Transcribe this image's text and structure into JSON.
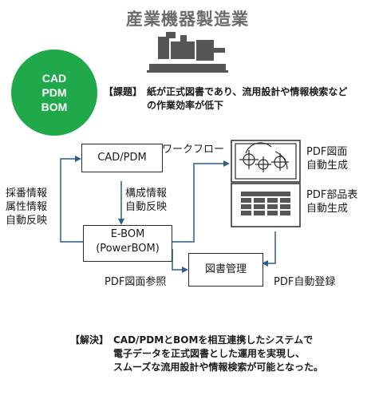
{
  "header": {
    "title": "産業機器製造業"
  },
  "badge": {
    "lines": [
      "CAD",
      "PDM",
      "BOM"
    ]
  },
  "issue": {
    "label": "【課題】",
    "lines": [
      "紙が正式図書であり、流用設計や情報検索など",
      "の作業効率が低下"
    ]
  },
  "diagram": {
    "cad_pdm": "CAD/PDM",
    "ebom": [
      "E-BOM",
      "(PowerBOM)"
    ],
    "zusho": "図書管理",
    "workflow": "ワークフロー",
    "pdf_zumen_gen": [
      "PDF図面",
      "自動生成"
    ],
    "pdf_buhin_gen": [
      "PDF部品表",
      "自動生成"
    ],
    "kosei": [
      "構成情報",
      "自動反映"
    ],
    "saiban": [
      "採番情報",
      "属性情報",
      "自動反映"
    ],
    "pdf_sansho": "PDF図面参照",
    "pdf_toroku": "PDF自動登録"
  },
  "solution": {
    "label": "【解決】",
    "lines": [
      "CAD/PDMとBOMを相互連携したシステムで",
      "電子データを正式図書とした運用を実現し、",
      "スムーズな流用設計や情報検索が可能となった。"
    ]
  },
  "colors": {
    "accent_green": "#1fa94a",
    "line_blue": "#2c5f8a",
    "title_gray": "#6b6b6b"
  }
}
